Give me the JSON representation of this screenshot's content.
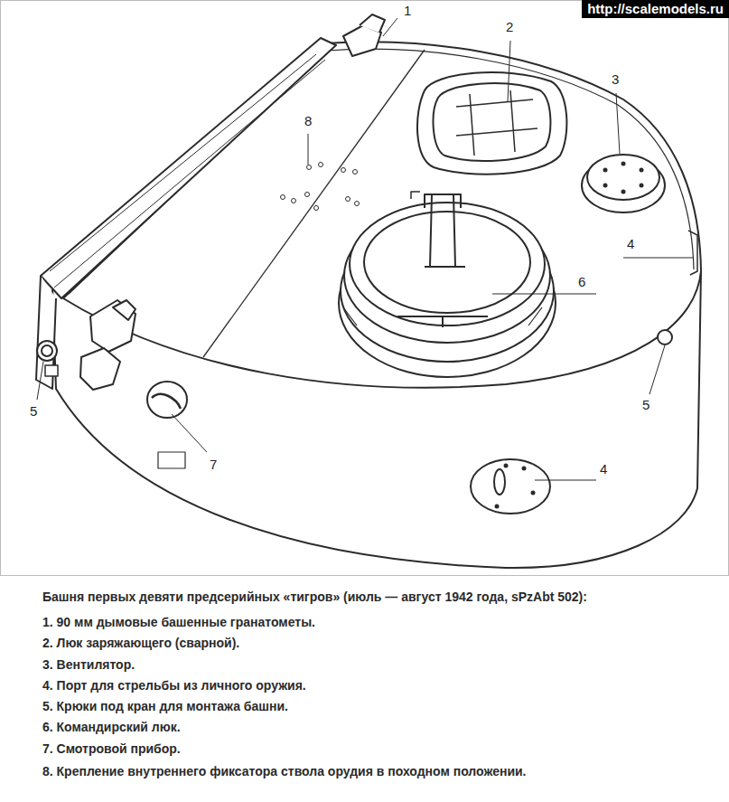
{
  "diagram": {
    "caption": "Башня первых девяти предсерийных «тигров» (июль — август 1942 года, sPzAbt 502):",
    "labels": [
      "http://scalemodels.ru",
      "1",
      "2",
      "3",
      "8",
      "4",
      "6",
      "5",
      "5",
      "7",
      "4",
      "1. 90 мм дымовые башенные гранатометы.",
      "2. Люк заряжающего (сварной).",
      "3. Вентилятор.",
      "4. Порт для стрельбы из личного оружия.",
      "5. Крюки под кран для монтажа башни.",
      "6. Командирский люк.",
      "7. Смотровой прибор.",
      "8. Крепление внутреннего фиксатора ствола орудия в походном положении."
    ]
  }
}
